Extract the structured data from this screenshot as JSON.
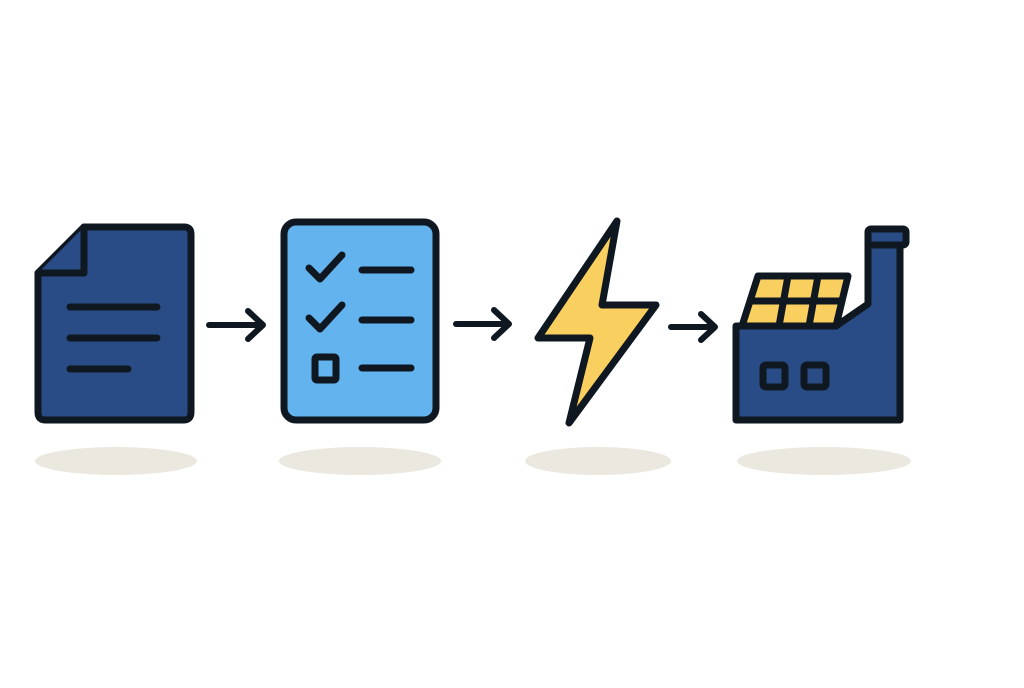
{
  "diagram": {
    "description_colors": {
      "stroke": "#0f1720",
      "navy": "#2a4c86",
      "light_blue": "#63b3ee",
      "yellow": "#f9cf5f",
      "shadow": "#ebe8e0",
      "background": "#ffffff"
    },
    "steps": [
      {
        "icon": "document-icon"
      },
      {
        "icon": "checklist-icon"
      },
      {
        "icon": "lightning-icon"
      },
      {
        "icon": "solar-factory-icon"
      }
    ],
    "connectors": [
      {
        "icon": "arrow-right-icon",
        "from": 0,
        "to": 1
      },
      {
        "icon": "arrow-right-icon",
        "from": 1,
        "to": 2
      },
      {
        "icon": "arrow-right-icon",
        "from": 2,
        "to": 3
      }
    ]
  }
}
